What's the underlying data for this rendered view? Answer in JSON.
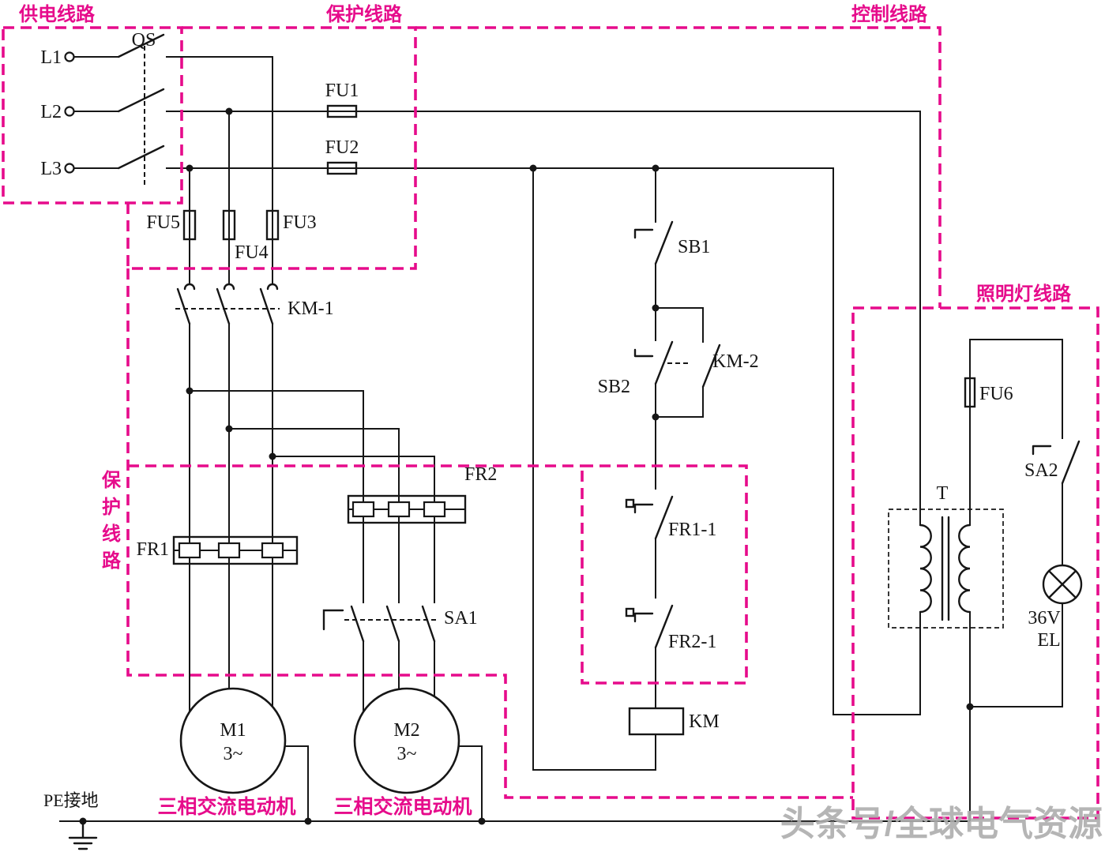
{
  "regions": {
    "power_supply": "供电线路",
    "protection": "保护线路",
    "control": "控制线路",
    "lighting": "照明灯线路",
    "protection_left": [
      "保",
      "护",
      "线",
      "路"
    ]
  },
  "components": {
    "l1": "L1",
    "l2": "L2",
    "l3": "L3",
    "qs": "QS",
    "fu1": "FU1",
    "fu2": "FU2",
    "fu3": "FU3",
    "fu4": "FU4",
    "fu5": "FU5",
    "fu6": "FU6",
    "km1": "KM-1",
    "km2": "KM-2",
    "km_coil": "KM",
    "fr1": "FR1",
    "fr2": "FR2",
    "fr1_1": "FR1-1",
    "fr2_1": "FR2-1",
    "sb1": "SB1",
    "sb2": "SB2",
    "sa1": "SA1",
    "sa2": "SA2",
    "transformer": "T",
    "lamp_voltage": "36V",
    "lamp": "EL",
    "m1": "M1",
    "m1_phase": "3~",
    "m2": "M2",
    "m2_phase": "3~",
    "motor1_caption": "三相交流电动机",
    "motor2_caption": "三相交流电动机",
    "pe_ground": "PE接地"
  },
  "watermark": "头条号/全球电气资源",
  "colors": {
    "accent_magenta": "#e60b8b",
    "wire_black": "#161616",
    "watermark_gray": "#aeaeae"
  }
}
